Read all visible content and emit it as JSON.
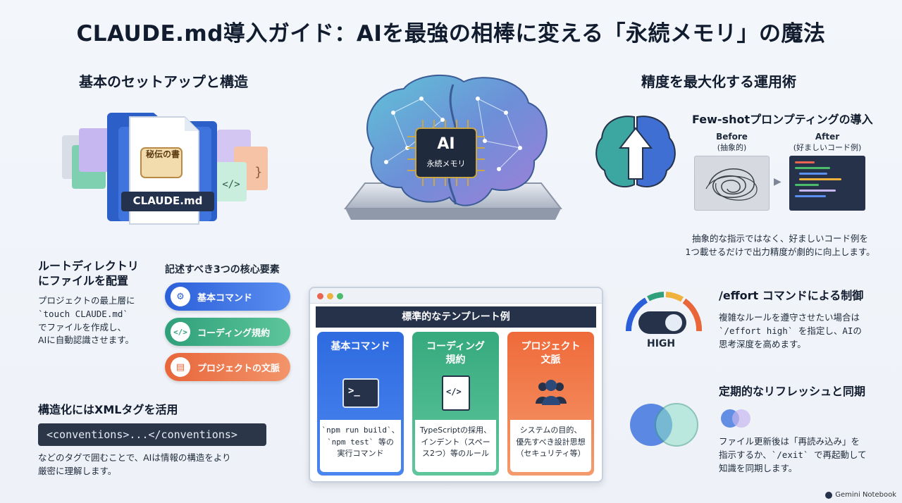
{
  "title": "CLAUDE.md導入ガイド：AIを最強の相棒に変える「永続メモリ」の魔法",
  "left": {
    "section_title": "基本のセットアップと構造",
    "file_badge": "秘伝の書",
    "file_name": "CLAUDE.md",
    "root": {
      "heading_line1": "ルートディレクトリ",
      "heading_line2": "にファイルを配置",
      "lines": [
        "プロジェクトの最上層に",
        "`touch CLAUDE.md`",
        "でファイルを作成し、",
        "AIに自動認識させます。"
      ]
    },
    "core": {
      "heading": "記述すべき3つの核心要素",
      "items": [
        "基本コマンド",
        "コーディング規約",
        "プロジェクトの文脈"
      ]
    },
    "xml": {
      "heading": "構造化にはXMLタグを活用",
      "code": "<conventions>...</conventions>",
      "lines": [
        "などのタグで囲むことで、AIは情報の構造をより",
        "厳密に理解します。"
      ]
    }
  },
  "center": {
    "chip_main": "AI",
    "chip_sub": "永続メモリ",
    "template": {
      "header": "標準的なテンプレート例",
      "cards": [
        {
          "title_lines": [
            "基本コマンド"
          ],
          "body_lines": [
            "`npm run build`、",
            "`npm test` 等の",
            "実行コマンド"
          ]
        },
        {
          "title_lines": [
            "コーディング",
            "規約"
          ],
          "body_lines": [
            "TypeScriptの採用、",
            "インデント（スペー",
            "ス2つ）等のルール"
          ]
        },
        {
          "title_lines": [
            "プロジェクト",
            "文脈"
          ],
          "body_lines": [
            "システムの目的、",
            "優先すべき設計思想",
            "（セキュリティ等）"
          ]
        }
      ]
    }
  },
  "right": {
    "section_title": "精度を最大化する運用術",
    "fewshot": {
      "heading": "Few-shotプロンプティングの導入",
      "before_label": "Before",
      "before_sub": "(抽象的)",
      "after_label": "After",
      "after_sub": "(好ましいコード例)",
      "lines": [
        "抽象的な指示ではなく、好ましいコード例を",
        "1つ載せるだけで出力精度が劇的に向上します。"
      ]
    },
    "effort": {
      "heading": "/effort コマンドによる制御",
      "gauge_label": "HIGH",
      "lines": [
        "複雑なルールを遵守させたい場合は",
        "`/effort high` を指定し、AIの",
        "思考深度を高めます。"
      ]
    },
    "refresh": {
      "heading": "定期的なリフレッシュと同期",
      "lines": [
        "ファイル更新後は「再読み込み」を",
        "指示するか、`/exit` で再起動して",
        "知識を同期します。"
      ]
    }
  },
  "brand": "Gemini Notebook",
  "colors": {
    "blue": "#2b5fd9",
    "green": "#2fa07a",
    "orange": "#e8663a",
    "navy": "#25324a"
  }
}
